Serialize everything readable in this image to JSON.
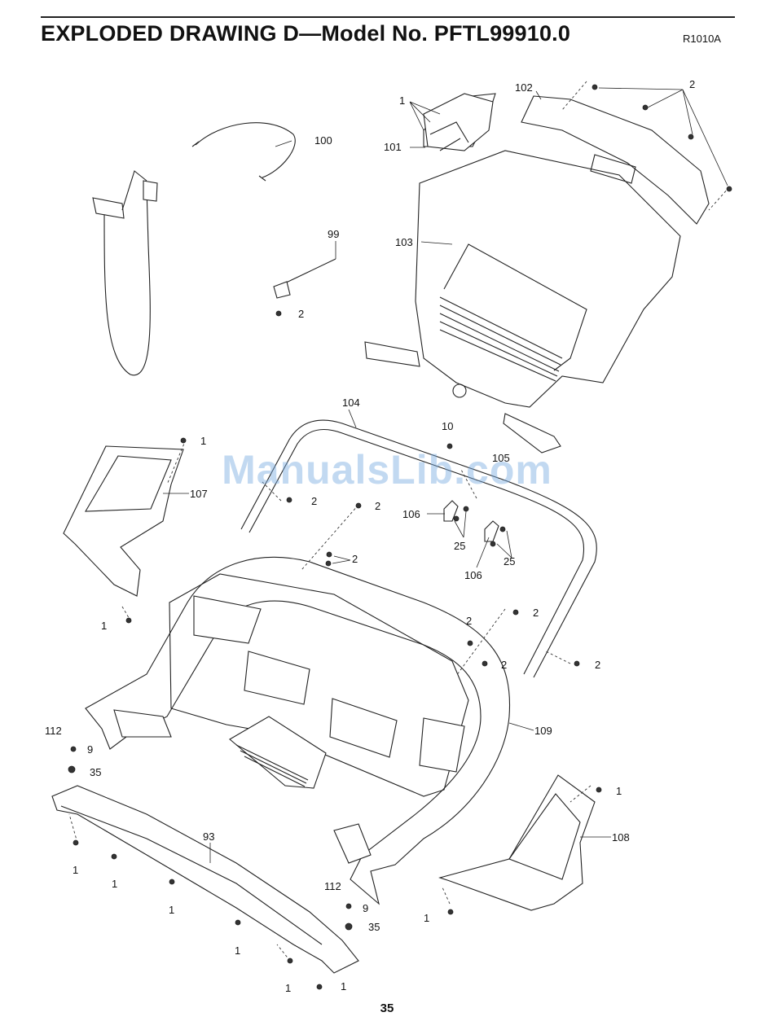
{
  "header": {
    "title": "EXPLODED DRAWING D—Model No. PFTL99910.0",
    "code": "R1010A"
  },
  "footer": {
    "page_number": "35"
  },
  "watermark": {
    "text": "ManualsLib.com"
  },
  "callouts": {
    "c1": "1",
    "c2": "2",
    "c9": "9",
    "c10": "10",
    "c25": "25",
    "c35": "35",
    "c93": "93",
    "c99": "99",
    "c100": "100",
    "c101": "101",
    "c102": "102",
    "c103": "103",
    "c104": "104",
    "c105": "105",
    "c106": "106",
    "c107": "107",
    "c108": "108",
    "c109": "109",
    "c112": "112"
  }
}
